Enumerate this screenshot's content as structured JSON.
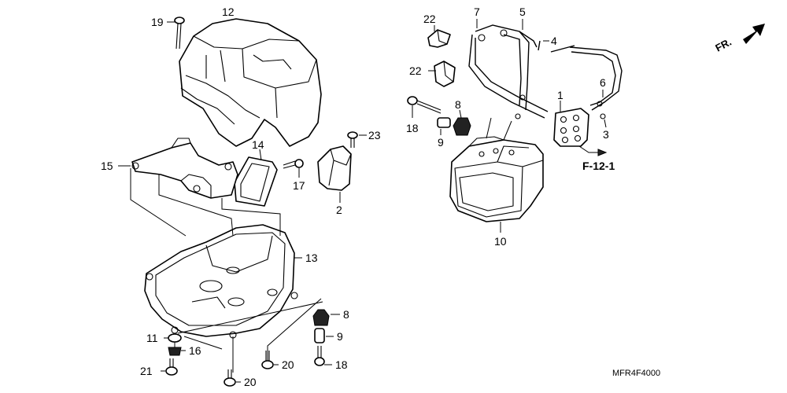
{
  "callouts": {
    "c19": "19",
    "c12": "12",
    "c23": "23",
    "c14": "14",
    "c15": "15",
    "c17": "17",
    "c2": "2",
    "c13": "13",
    "c8a": "8",
    "c9a": "9",
    "c11": "11",
    "c16": "16",
    "c21": "21",
    "c20a": "20",
    "c20b": "20",
    "c18a": "18",
    "c22a": "22",
    "c22b": "22",
    "c7": "7",
    "c5": "5",
    "c4": "4",
    "c1": "1",
    "c6": "6",
    "c3": "3",
    "c8b": "8",
    "c18b": "18",
    "c9b": "9",
    "c10": "10"
  },
  "reference": "F-12-1",
  "direction_label": "FR.",
  "diagram_code": "MFR4F4000"
}
